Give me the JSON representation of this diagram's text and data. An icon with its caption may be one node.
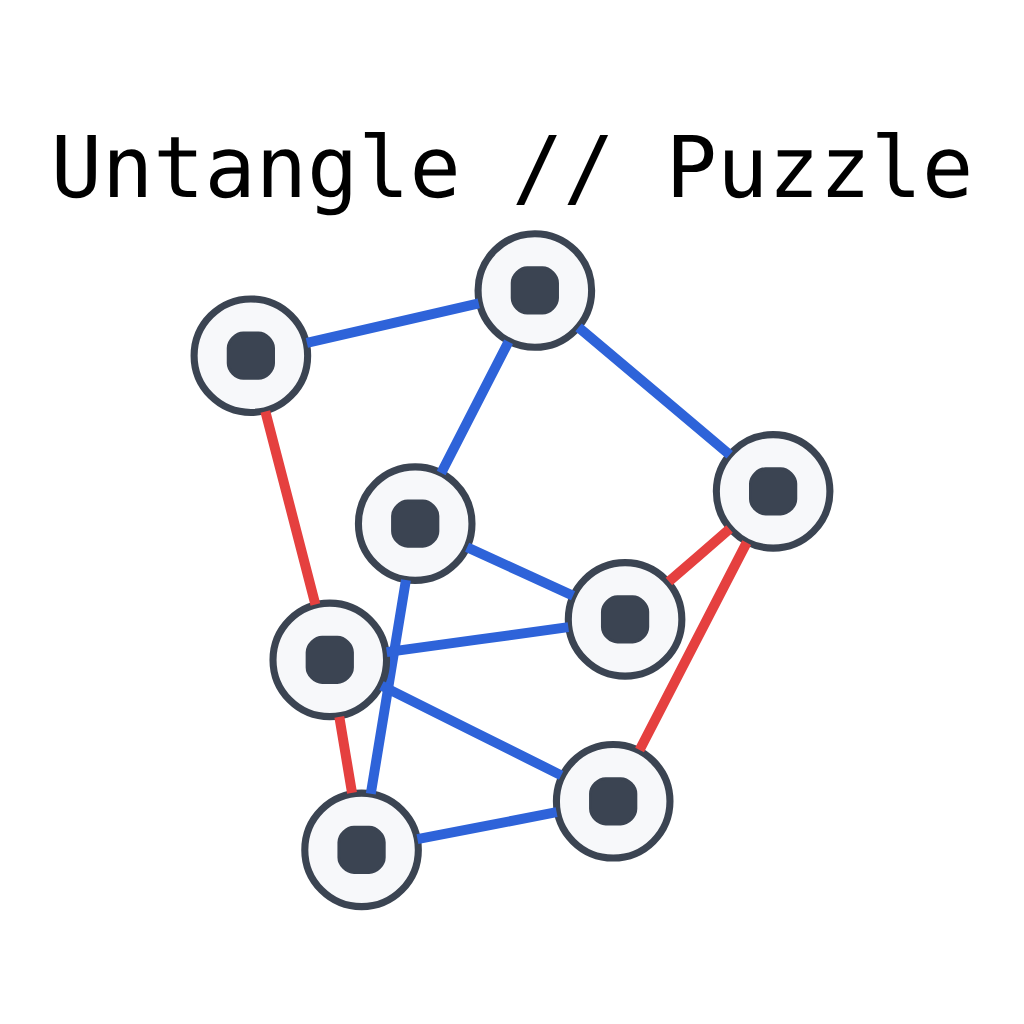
{
  "diagram": {
    "title": "Untangle // Puzzle",
    "nodes": [
      {
        "text": [],
        "shape": "circle"
      },
      {
        "text": [],
        "shape": "circle"
      },
      {
        "text": [],
        "shape": "circle"
      },
      {
        "text": [],
        "shape": "circle"
      },
      {
        "text": [],
        "shape": "circle"
      },
      {
        "text": [],
        "shape": "circle"
      },
      {
        "text": [],
        "shape": "circle"
      },
      {
        "text": [],
        "shape": "circle"
      }
    ],
    "edges": [
      {
        "from": 0,
        "to": 2,
        "arrow": "none"
      },
      {
        "from": 0,
        "to": 1,
        "arrow": "none"
      },
      {
        "from": 0,
        "to": 6,
        "arrow": "none",
        "color": "#e5403f"
      },
      {
        "from": 2,
        "to": 3,
        "arrow": "none"
      },
      {
        "from": 2,
        "to": 7,
        "arrow": "none"
      },
      {
        "from": 3,
        "to": 5,
        "arrow": "none"
      },
      {
        "from": 3,
        "to": 4,
        "arrow": "none"
      },
      {
        "from": 1,
        "to": 4,
        "arrow": "none",
        "color": "#e5403f"
      },
      {
        "from": 1,
        "to": 6,
        "arrow": "none"
      },
      {
        "from": 4,
        "to": 7,
        "arrow": "none",
        "color": "#e5403f"
      },
      {
        "from": 5,
        "to": 6,
        "arrow": "none",
        "color": "#e5403f"
      },
      {
        "from": 6,
        "to": 7,
        "arrow": "none"
      }
    ]
  }
}
